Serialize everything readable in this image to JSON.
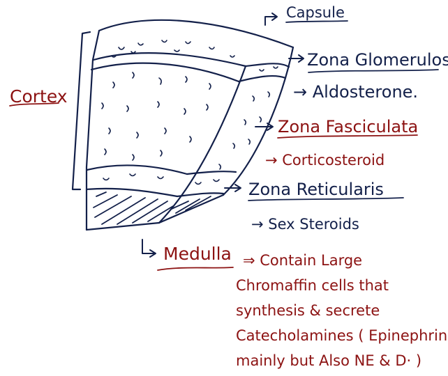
{
  "colors": {
    "ink_navy": "#13204a",
    "ink_red": "#8c1212",
    "background": "#ffffff"
  },
  "labels": {
    "cortex": "Cortex",
    "capsule": "Capsule",
    "zona_glomerulosa": "Zona Glomerulosa",
    "aldosterone": "→ Aldosterone.",
    "zona_fasciculata": "Zona Fasciculata",
    "corticosteroid": "→ Corticosteroid",
    "zona_reticularis": "Zona Reticularis",
    "sex_steroids": "→ Sex Steroids",
    "medulla": "Medulla",
    "medulla_lead": "⇒ Contain Large",
    "medulla_line2": "Chromaffin cells that",
    "medulla_line3": "synthesis & secrete",
    "medulla_line4": "Catecholamines ( Epinephrin",
    "medulla_line5": "mainly but Also NE & D· )"
  }
}
